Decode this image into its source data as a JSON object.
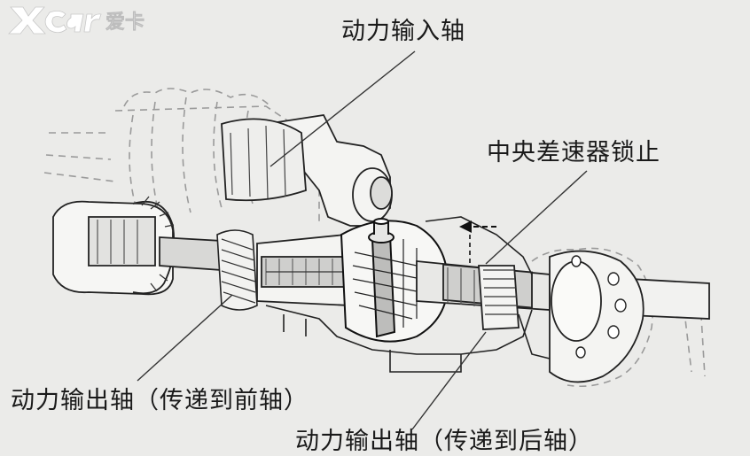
{
  "watermark": {
    "brand": "xcar",
    "text": "爱卡"
  },
  "labels": {
    "input_shaft": "动力输入轴",
    "center_diff_lock": "中央差速器锁止",
    "output_front": "动力输出轴（传递到前轴）",
    "output_rear": "动力输出轴（传递到后轴）"
  }
}
